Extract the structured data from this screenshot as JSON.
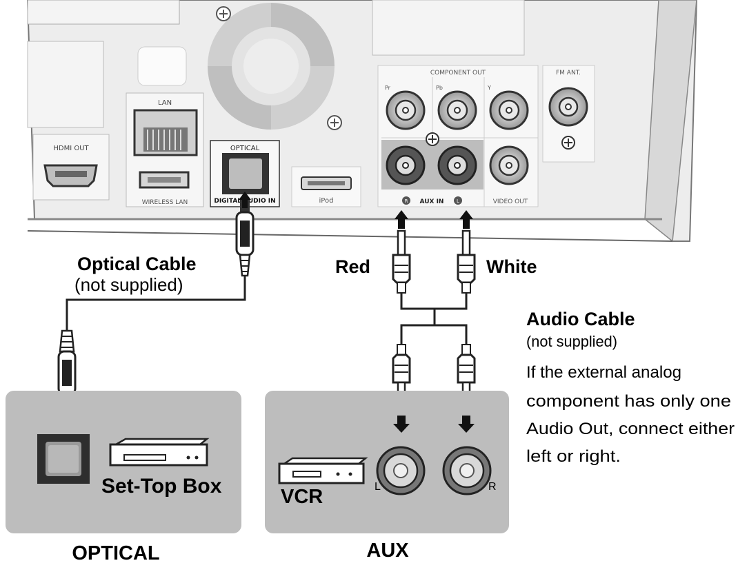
{
  "panel": {
    "hdmi_out": "HDMI OUT",
    "lan": "LAN",
    "wireless_lan": "WIRELESS LAN",
    "optical": "OPTICAL",
    "digital_audio_in": "DIGITAL AUDIO IN",
    "ipod": "iPod",
    "component_out": "COMPONENT OUT",
    "pr": "Pr",
    "pb": "Pb",
    "y": "Y",
    "aux_in": "AUX IN",
    "aux_r": "R",
    "aux_l": "L",
    "video_out": "VIDEO OUT",
    "fm_ant": "FM ANT."
  },
  "labels": {
    "optical_cable_title": "Optical Cable",
    "optical_cable_note": "(not supplied)",
    "red": "Red",
    "white": "White",
    "audio_cable_title": "Audio Cable",
    "audio_cable_note": "(not supplied)",
    "audio_cable_desc_1": "If the external analog",
    "audio_cable_desc_2": "component has only one",
    "audio_cable_desc_3": "Audio Out, connect either",
    "audio_cable_desc_4": "left or right."
  },
  "devices": {
    "set_top_box": "Set-Top Box",
    "vcr": "VCR",
    "jack_l": "L",
    "jack_r": "R"
  },
  "sections": {
    "optical": "OPTICAL",
    "aux": "AUX"
  },
  "colors": {
    "panel_fill": "#e6e6e6",
    "box_fill": "#bdbdbd",
    "line": "#222222"
  }
}
